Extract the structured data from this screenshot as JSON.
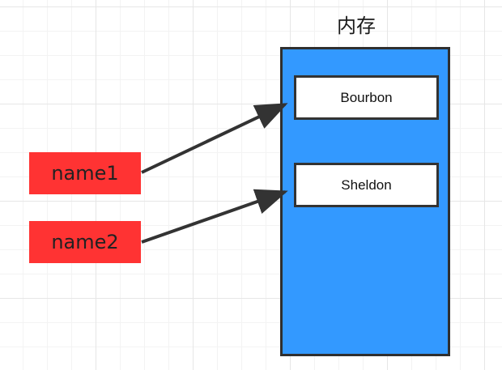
{
  "memory": {
    "title": "内存",
    "values": [
      "Bourbon",
      "Sheldon"
    ]
  },
  "variables": [
    "name1",
    "name2"
  ],
  "references": [
    {
      "from": "name1",
      "to": "Bourbon"
    },
    {
      "from": "name2",
      "to": "Sheldon"
    }
  ],
  "colors": {
    "variable_fill": "#ff3333",
    "memory_fill": "#3399ff",
    "cell_fill": "#ffffff",
    "outline": "#333333"
  }
}
